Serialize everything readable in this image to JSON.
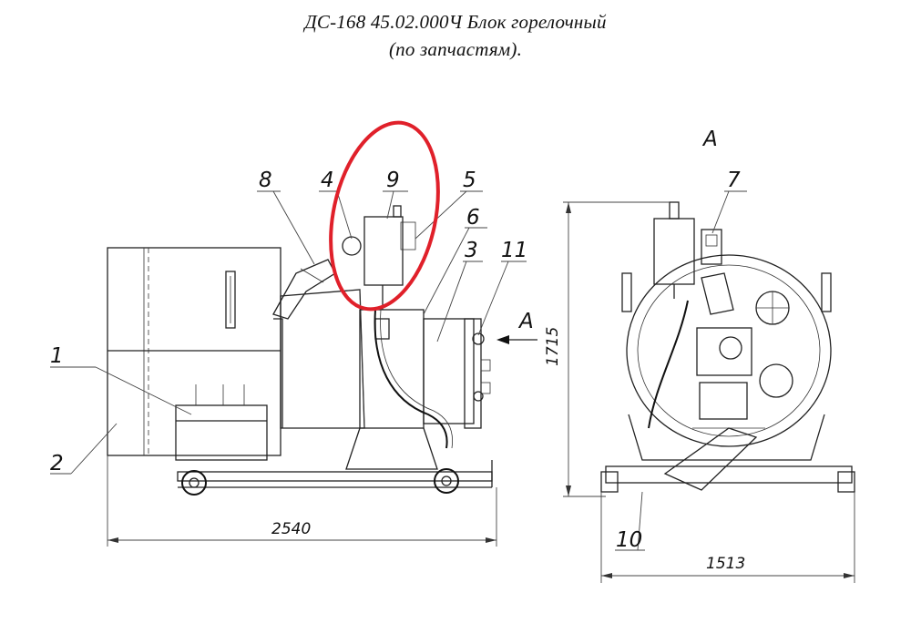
{
  "title": {
    "line1": "ДС-168 45.02.000Ч Блок горелочный",
    "line2": "(по запчастям)."
  },
  "view_label": "А",
  "arrow_label": "А",
  "callouts": [
    "1",
    "2",
    "3",
    "4",
    "5",
    "6",
    "7",
    "8",
    "9",
    "10",
    "11"
  ],
  "dimensions": {
    "length": "2540",
    "height": "1715",
    "width": "1513"
  },
  "highlight_color": "#e0202a"
}
